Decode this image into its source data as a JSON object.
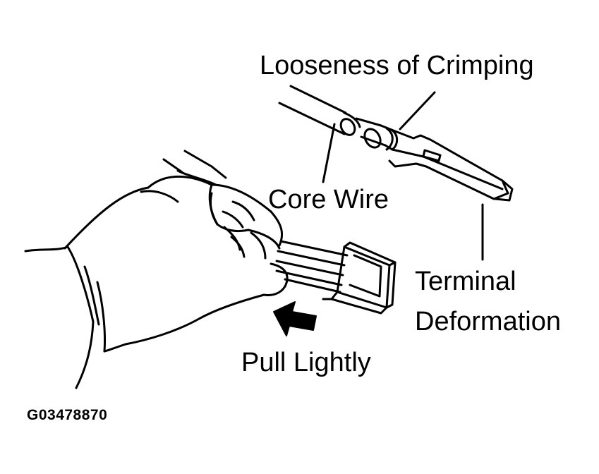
{
  "labels": {
    "looseness_of_crimping": "Looseness of Crimping",
    "core_wire": "Core Wire",
    "terminal_line1": "Terminal",
    "terminal_line2": "Deformation",
    "pull_lightly": "Pull Lightly",
    "figure_code": "G03478870"
  },
  "colors": {
    "ink": "#000000",
    "paper": "#ffffff"
  },
  "icons": [
    "hand-illustration",
    "connector-illustration",
    "terminal-illustration",
    "pull-arrow-icon"
  ]
}
